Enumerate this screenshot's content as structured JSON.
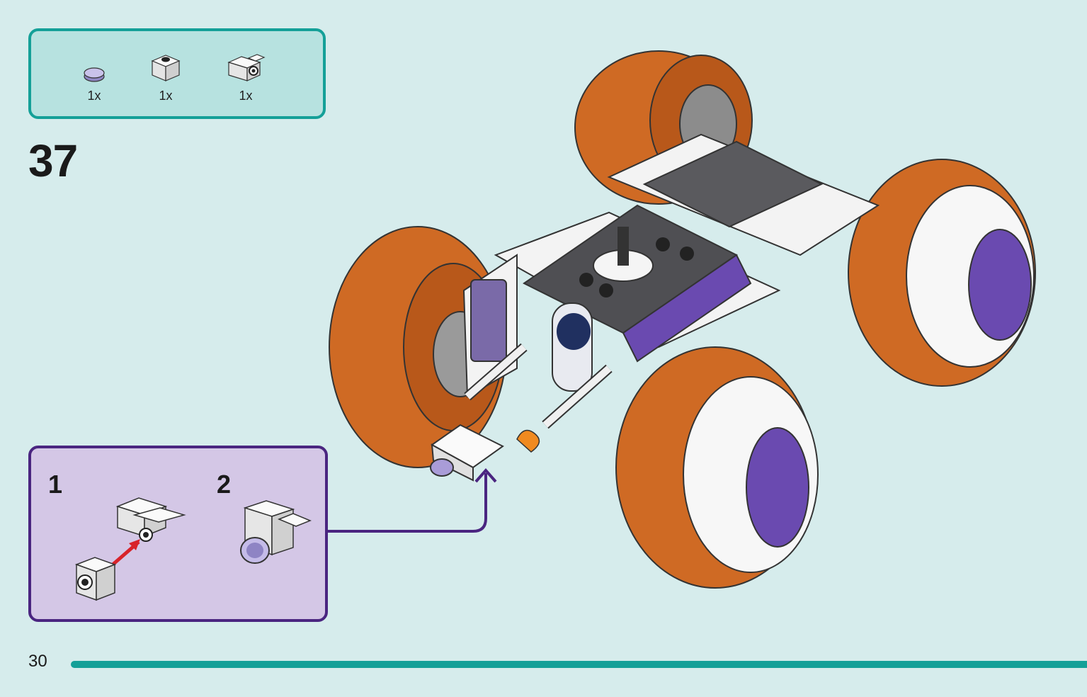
{
  "parts": [
    {
      "qty": "1x",
      "icon": "purple-round-tile-icon"
    },
    {
      "qty": "1x",
      "icon": "white-brick-icon"
    },
    {
      "qty": "1x",
      "icon": "white-camera-icon"
    }
  ],
  "step": {
    "number": "37"
  },
  "substeps": [
    {
      "number": "1"
    },
    {
      "number": "2"
    }
  ],
  "page": {
    "number": "30"
  },
  "colors": {
    "teal": "#14a098",
    "purple": "#4a2580",
    "orange": "#d46a1e",
    "dark_gray": "#555559",
    "violet": "#6a4ab0",
    "red_arrow": "#d8232a"
  }
}
